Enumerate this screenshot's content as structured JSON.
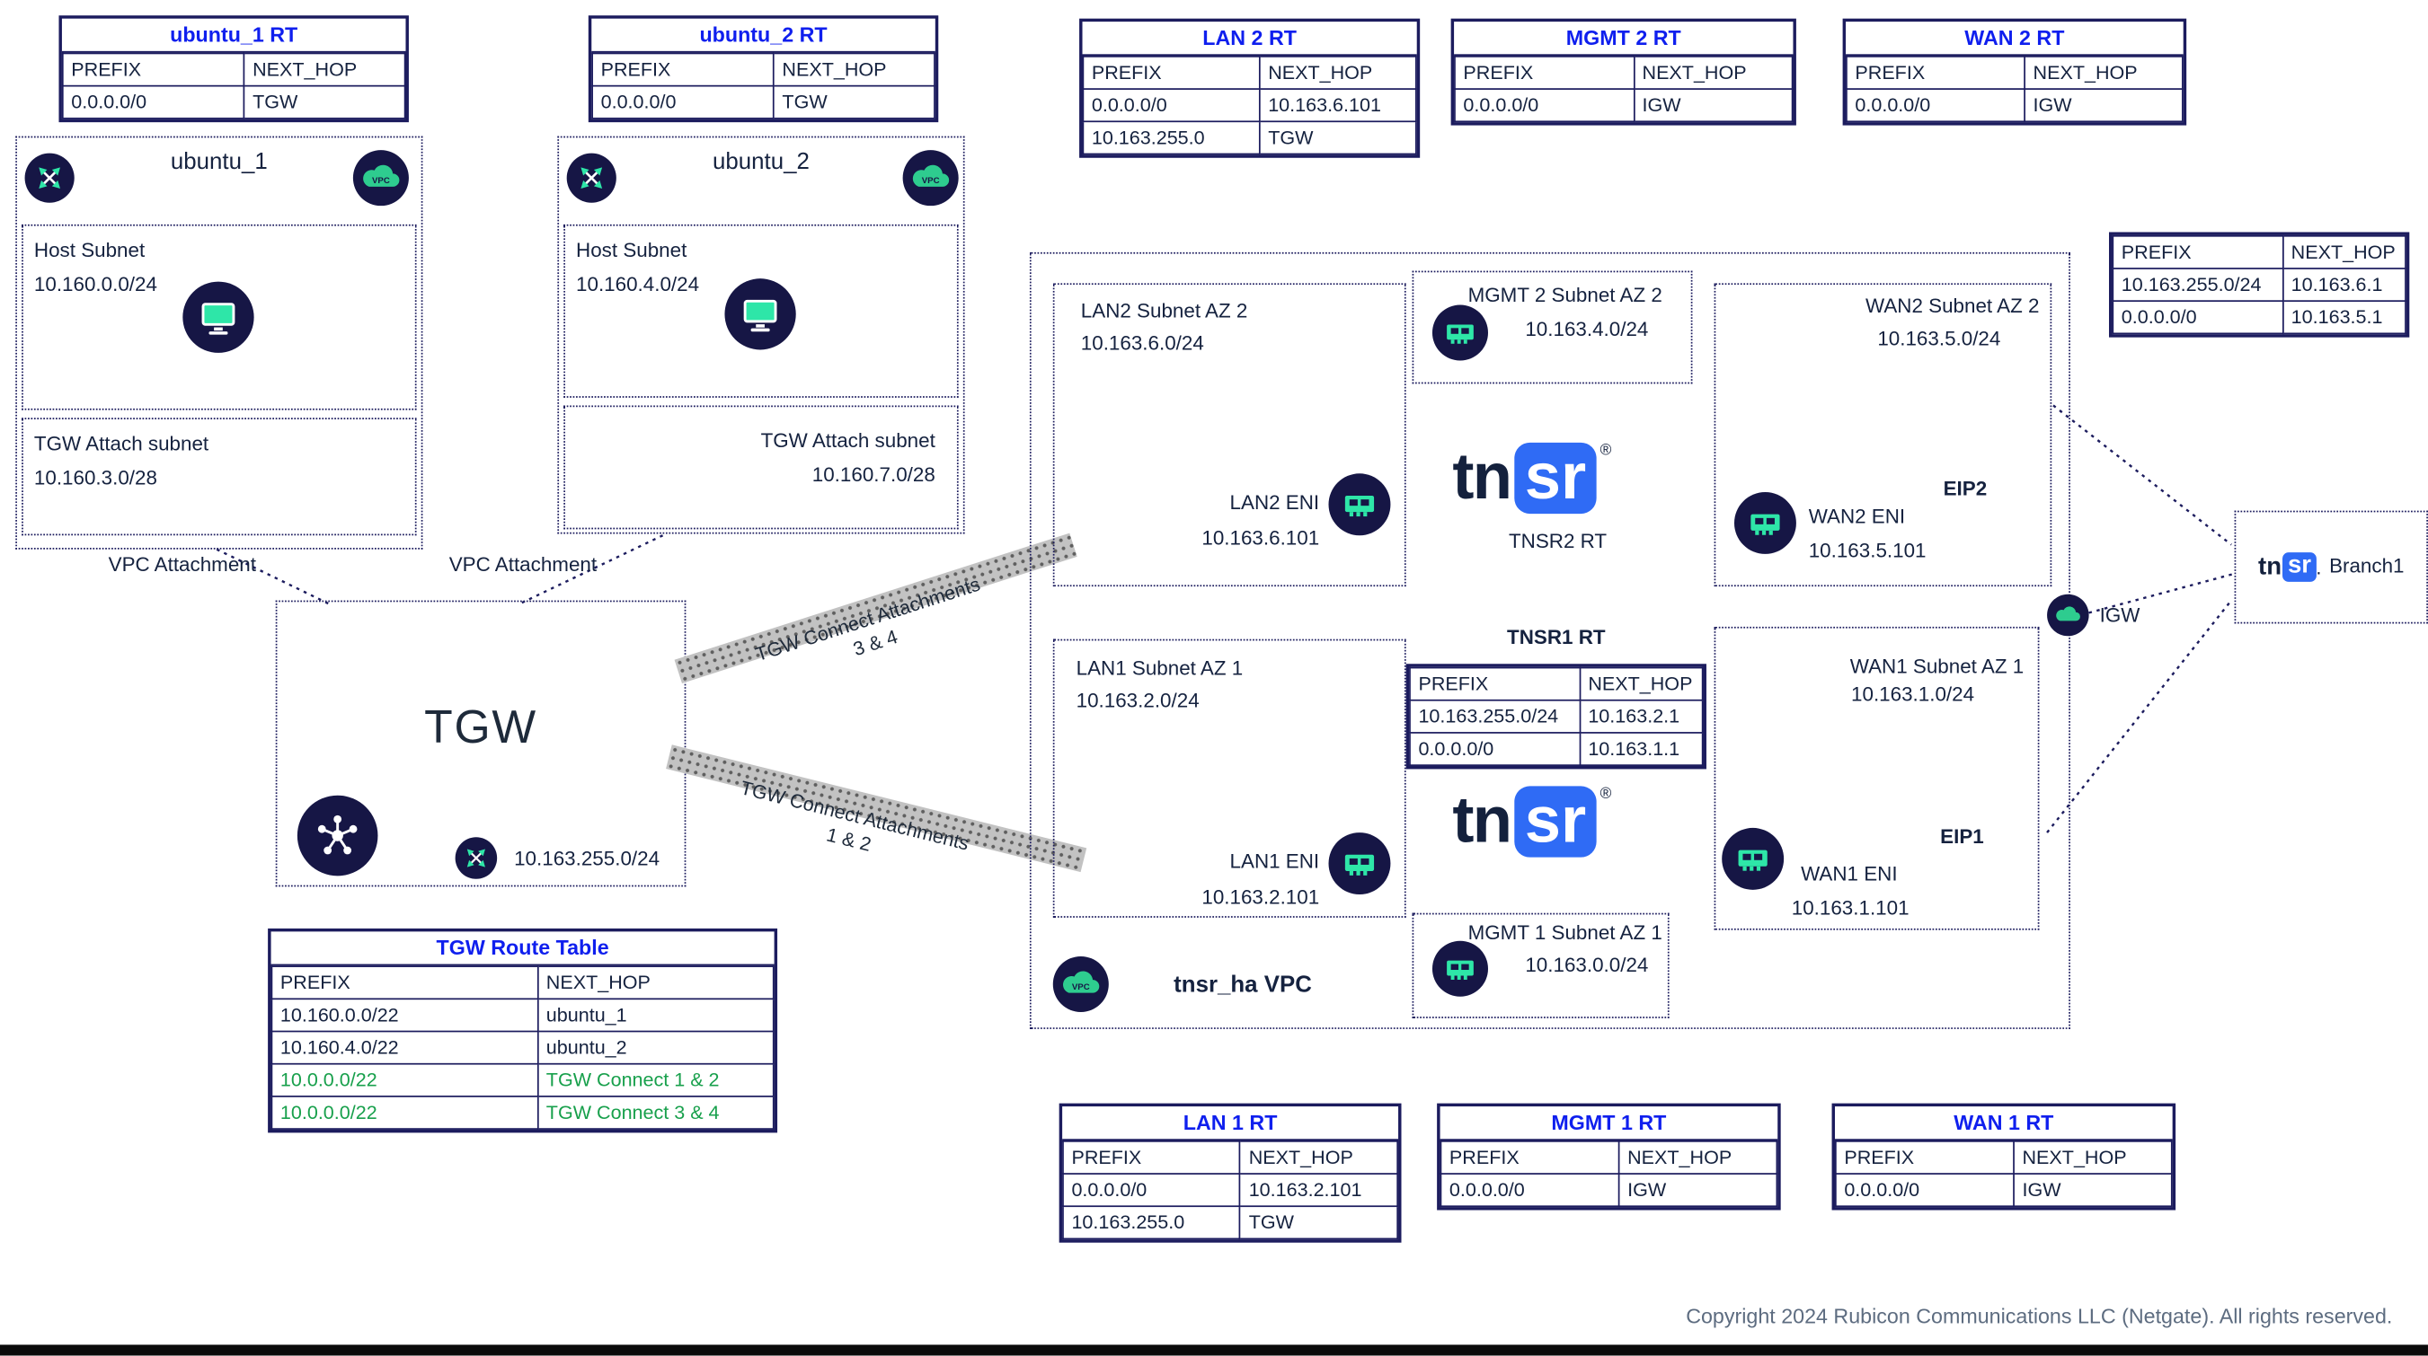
{
  "icons": {
    "vpc_text": "VPC"
  },
  "logos": {
    "tn": "tn",
    "sr": "sr",
    "reg": "®",
    "dot": ".",
    "tnsr2_caption": "TNSR2 RT"
  },
  "tables": {
    "u1": {
      "title": "ubuntu_1 RT",
      "headers": [
        "PREFIX",
        "NEXT_HOP"
      ],
      "rows": [
        [
          "0.0.0.0/0",
          "TGW"
        ]
      ]
    },
    "u2": {
      "title": "ubuntu_2 RT",
      "headers": [
        "PREFIX",
        "NEXT_HOP"
      ],
      "rows": [
        [
          "0.0.0.0/0",
          "TGW"
        ]
      ]
    },
    "lan2": {
      "title": "LAN 2 RT",
      "headers": [
        "PREFIX",
        "NEXT_HOP"
      ],
      "rows": [
        [
          "0.0.0.0/0",
          "10.163.6.101"
        ],
        [
          "10.163.255.0",
          "TGW"
        ]
      ]
    },
    "mgmt2": {
      "title": "MGMT 2 RT",
      "headers": [
        "PREFIX",
        "NEXT_HOP"
      ],
      "rows": [
        [
          "0.0.0.0/0",
          "IGW"
        ]
      ]
    },
    "wan2": {
      "title": "WAN 2 RT",
      "headers": [
        "PREFIX",
        "NEXT_HOP"
      ],
      "rows": [
        [
          "0.0.0.0/0",
          "IGW"
        ]
      ]
    },
    "tnsr2": {
      "headers": [
        "PREFIX",
        "NEXT_HOP"
      ],
      "rows": [
        [
          "10.163.255.0/24",
          "10.163.6.1"
        ],
        [
          "0.0.0.0/0",
          "10.163.5.1"
        ]
      ]
    },
    "tnsr1": {
      "title": "TNSR1 RT",
      "headers": [
        "PREFIX",
        "NEXT_HOP"
      ],
      "rows": [
        [
          "10.163.255.0/24",
          "10.163.2.1"
        ],
        [
          "0.0.0.0/0",
          "10.163.1.1"
        ]
      ]
    },
    "tgw": {
      "title": "TGW Route Table",
      "headers": [
        "PREFIX",
        "NEXT_HOP"
      ],
      "rows": [
        [
          "10.160.0.0/22",
          "ubuntu_1"
        ],
        [
          "10.160.4.0/22",
          "ubuntu_2"
        ],
        [
          "10.0.0.0/22",
          "TGW Connect 1 & 2"
        ],
        [
          "10.0.0.0/22",
          "TGW Connect 3 & 4"
        ]
      ]
    },
    "lan1": {
      "title": "LAN 1 RT",
      "headers": [
        "PREFIX",
        "NEXT_HOP"
      ],
      "rows": [
        [
          "0.0.0.0/0",
          "10.163.2.101"
        ],
        [
          "10.163.255.0",
          "TGW"
        ]
      ]
    },
    "mgmt1": {
      "title": "MGMT 1 RT",
      "headers": [
        "PREFIX",
        "NEXT_HOP"
      ],
      "rows": [
        [
          "0.0.0.0/0",
          "IGW"
        ]
      ]
    },
    "wan1": {
      "title": "WAN 1 RT",
      "headers": [
        "PREFIX",
        "NEXT_HOP"
      ],
      "rows": [
        [
          "0.0.0.0/0",
          "IGW"
        ]
      ]
    }
  },
  "vpcs": {
    "u1": {
      "title": "ubuntu_1",
      "host_label": "Host Subnet",
      "host_cidr": "10.160.0.0/24",
      "tgw_label": "TGW Attach subnet",
      "tgw_cidr": "10.160.3.0/28",
      "attachment": "VPC Attachment"
    },
    "u2": {
      "title": "ubuntu_2",
      "host_label": "Host Subnet",
      "host_cidr": "10.160.4.0/24",
      "tgw_label": "TGW Attach subnet",
      "tgw_cidr": "10.160.7.0/28",
      "attachment": "VPC Attachment"
    },
    "tnsr_ha": {
      "label": "tnsr_ha VPC"
    }
  },
  "tgw": {
    "label": "TGW",
    "cidr": "10.163.255.0/24"
  },
  "bands": {
    "b34": {
      "line1": "TGW Connect Attachments",
      "line2": "3 & 4"
    },
    "b12": {
      "line1": "TGW Connect Attachments",
      "line2": "1 & 2"
    }
  },
  "subnets": {
    "lan2": {
      "name": "LAN2 Subnet AZ 2",
      "cidr": "10.163.6.0/24",
      "eni": "LAN2 ENI",
      "eni_ip": "10.163.6.101"
    },
    "mgmt2": {
      "name": "MGMT 2 Subnet AZ 2",
      "cidr": "10.163.4.0/24"
    },
    "wan2": {
      "name": "WAN2 Subnet AZ 2",
      "cidr": "10.163.5.0/24",
      "eni": "WAN2 ENI",
      "eni_ip": "10.163.5.101",
      "eip": "EIP2"
    },
    "lan1": {
      "name": "LAN1 Subnet AZ 1",
      "cidr": "10.163.2.0/24",
      "eni": "LAN1 ENI",
      "eni_ip": "10.163.2.101"
    },
    "wan1": {
      "name": "WAN1 Subnet AZ 1",
      "cidr": "10.163.1.0/24",
      "eni": "WAN1 ENI",
      "eni_ip": "10.163.1.101",
      "eip": "EIP1"
    },
    "mgmt1": {
      "name": "MGMT 1 Subnet AZ 1",
      "cidr": "10.163.0.0/24"
    }
  },
  "igw": {
    "label": "IGW"
  },
  "branch": {
    "label": "Branch1"
  },
  "footer": {
    "copyright": "Copyright 2024 Rubicon Communications LLC (Netgate). All rights reserved."
  }
}
